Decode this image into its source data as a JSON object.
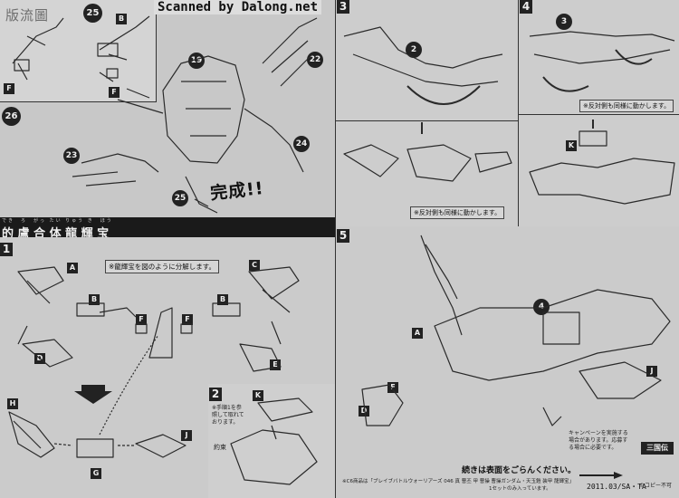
{
  "header": {
    "credit": "Scanned by Dalong.net",
    "watermark": "版流圖"
  },
  "steps": {
    "top_left_inset_step": "25",
    "main_step": "26",
    "section_step_1": "1",
    "section_step_2": "2",
    "section_step_3": "3",
    "section_step_4": "4",
    "section_step_5": "5",
    "arm_substep_2_in_step3": "2",
    "arm_substep_3_in_step4": "3",
    "arm_substep_4_in_step5": "4"
  },
  "callouts": {
    "c19": "19",
    "c22": "22",
    "c23": "23",
    "c24": "24",
    "c25_main": "25",
    "complete": "完成!!"
  },
  "parts": {
    "A": "A",
    "B": "B",
    "C": "C",
    "D": "D",
    "E": "E",
    "F": "F",
    "G": "G",
    "H": "H",
    "J": "J",
    "K": "K"
  },
  "section_title": {
    "text": "的 盧 合 体 龍 輝 宝",
    "ruby": "でき　ろ　がっ たい りゅう き　ほう"
  },
  "notes": {
    "disassemble": "※龍輝宝を図のように分解します。",
    "mirror_step3": "※反対側も同様に動かします。",
    "mirror_step4": "※反対側も同様に動かします。",
    "hand_note": "※手順1を参照して取れております。",
    "hand_note_label": "約束",
    "campaign": "キャンペーンを実施する場合があります。応募する場合に必要です。",
    "continue": "続きは表面をごらんください。",
    "footer_credit": "※C6商品は「ブレイブバトルウォーリアーズ 046 真 曹丕 甲 曹操 曹操ガンダム・天玉鎧 装甲 龍輝宝」",
    "footer_detail": "1セットのみ入っています。",
    "copyright": "©コピー不可",
    "code": "2011.03/SA・TA",
    "badge": "三国伝"
  }
}
